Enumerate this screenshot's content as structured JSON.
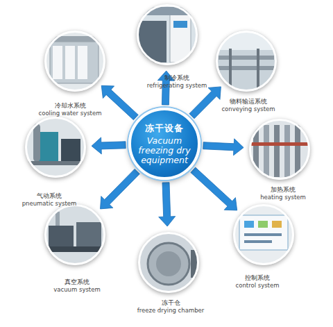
{
  "diagram": {
    "nodes": [
      {
        "text": [
          "冻干设备",
          "Vacuum freezing dry equipment"
        ]
      },
      {
        "text": [
          "制冷系统",
          "refrigerating system"
        ]
      },
      {
        "text": [
          "物料输运系统",
          "conveying system"
        ]
      },
      {
        "text": [
          "加热系统",
          "heating system"
        ]
      },
      {
        "text": [
          "控制系统",
          "control system"
        ]
      },
      {
        "text": [
          "冻干仓",
          "freeze drying chamber"
        ]
      },
      {
        "text": [
          "真空系统",
          "vacuum system"
        ]
      },
      {
        "text": [
          "气动系统",
          "pneumatic system"
        ]
      },
      {
        "text": [
          "冷却水系统",
          "cooling water system"
        ]
      }
    ],
    "edges": [
      {
        "from": 0,
        "to": 1,
        "arrow": "to"
      },
      {
        "from": 0,
        "to": 2,
        "arrow": "to"
      },
      {
        "from": 0,
        "to": 3,
        "arrow": "to"
      },
      {
        "from": 0,
        "to": 4,
        "arrow": "to"
      },
      {
        "from": 0,
        "to": 5,
        "arrow": "to"
      },
      {
        "from": 0,
        "to": 6,
        "arrow": "to"
      },
      {
        "from": 0,
        "to": 7,
        "arrow": "to"
      },
      {
        "from": 0,
        "to": 8,
        "arrow": "to"
      }
    ]
  }
}
